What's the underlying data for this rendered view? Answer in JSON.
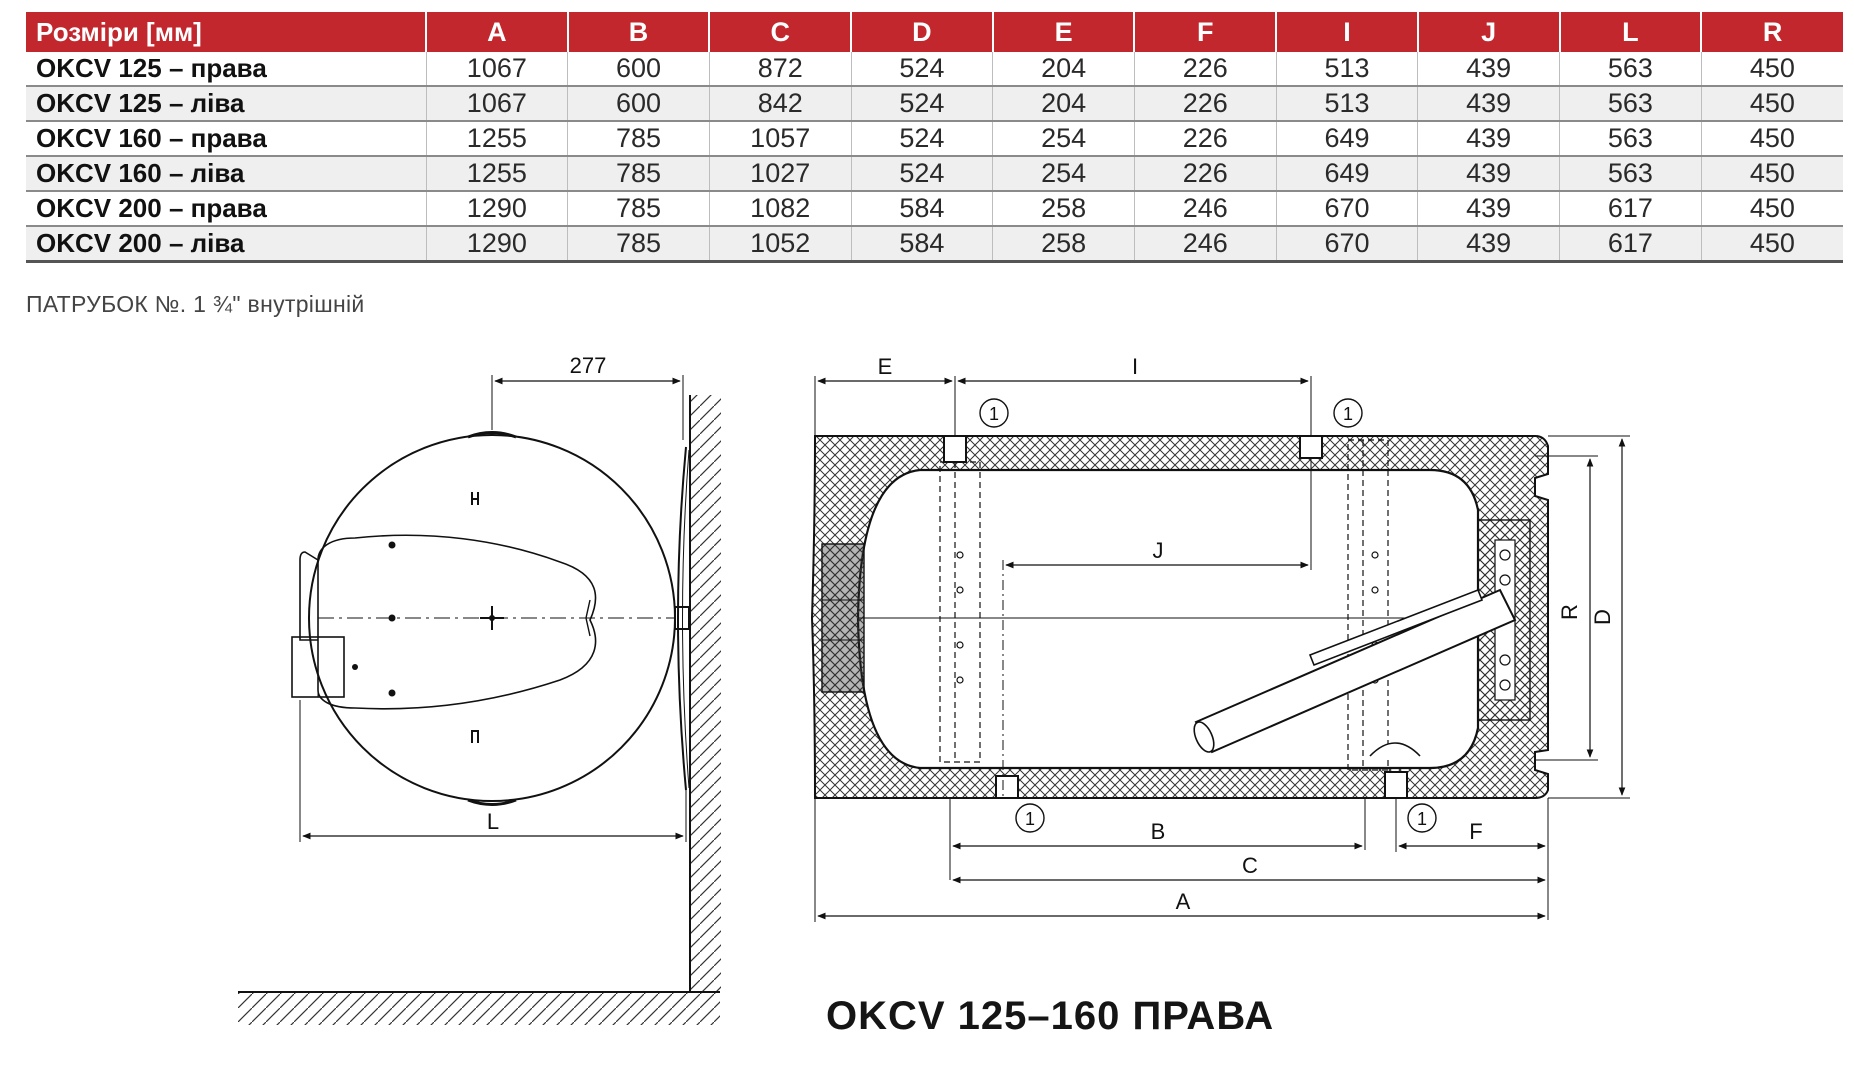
{
  "table": {
    "header": [
      "Розміри [мм]",
      "A",
      "B",
      "C",
      "D",
      "E",
      "F",
      "I",
      "J",
      "L",
      "R"
    ],
    "rows": [
      [
        "OKCV 125 – права",
        "1067",
        "600",
        "872",
        "524",
        "204",
        "226",
        "513",
        "439",
        "563",
        "450"
      ],
      [
        "OKCV 125 – ліва",
        "1067",
        "600",
        "842",
        "524",
        "204",
        "226",
        "513",
        "439",
        "563",
        "450"
      ],
      [
        "OKCV 160 – права",
        "1255",
        "785",
        "1057",
        "524",
        "254",
        "226",
        "649",
        "439",
        "563",
        "450"
      ],
      [
        "OKCV 160 – ліва",
        "1255",
        "785",
        "1027",
        "524",
        "254",
        "226",
        "649",
        "439",
        "563",
        "450"
      ],
      [
        "OKCV 200 – права",
        "1290",
        "785",
        "1082",
        "584",
        "258",
        "246",
        "670",
        "439",
        "617",
        "450"
      ],
      [
        "OKCV 200 – ліва",
        "1290",
        "785",
        "1052",
        "584",
        "258",
        "246",
        "670",
        "439",
        "617",
        "450"
      ]
    ]
  },
  "note": "ПАТРУБОК №. 1 ¾\" внутрішній",
  "side_view": {
    "dim_277": "277",
    "dim_l": "L"
  },
  "front_view": {
    "dims": {
      "e": "E",
      "i": "I",
      "j": "J",
      "b": "B",
      "c": "C",
      "a": "A",
      "f": "F",
      "r": "R",
      "d": "D"
    },
    "marker": "1"
  },
  "caption": "OKCV 125–160 ПРАВА",
  "colors": {
    "header_bg": "#c1272d",
    "row_alt_bg": "#efefef"
  }
}
